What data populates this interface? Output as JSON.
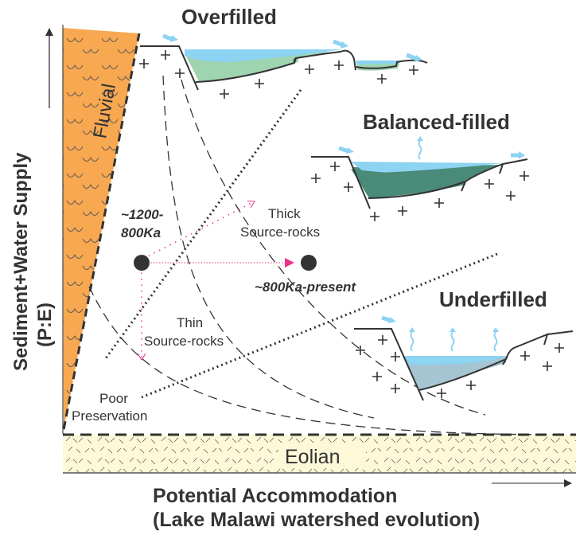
{
  "diagram": {
    "type": "conceptual basin-fill model",
    "axes": {
      "y_label_line1": "Sediment+Water Supply",
      "y_label_line2": "(P:E)",
      "x_label_line1": "Potential Accommodation",
      "x_label_line2": "(Lake Malawi watershed evolution)"
    },
    "zones": {
      "fluvial": "Fluvial",
      "eolian": "Eolian",
      "poor_preservation_line1": "Poor",
      "poor_preservation_line2": "Preservation",
      "thick_line1": "Thick",
      "thick_line2": "Source-rocks",
      "thin_line1": "Thin",
      "thin_line2": "Source-rocks"
    },
    "lake_types": {
      "overfilled": "Overfilled",
      "balanced": "Balanced-filled",
      "underfilled": "Underfilled"
    },
    "time_points": {
      "start_line1": "~1200-",
      "start_line2": "800Ka",
      "end": "~800Ka-present"
    },
    "colors": {
      "fluvial": "#f8a850",
      "eolian": "#fdf8d8",
      "water": "#8dd3f2",
      "overfilled_fill": "#9fd4b0",
      "balanced_fill": "#4a8a78",
      "underfilled_fill": "#a6c4d2",
      "path_arrow": "#e8338a",
      "ink": "#333333"
    }
  }
}
